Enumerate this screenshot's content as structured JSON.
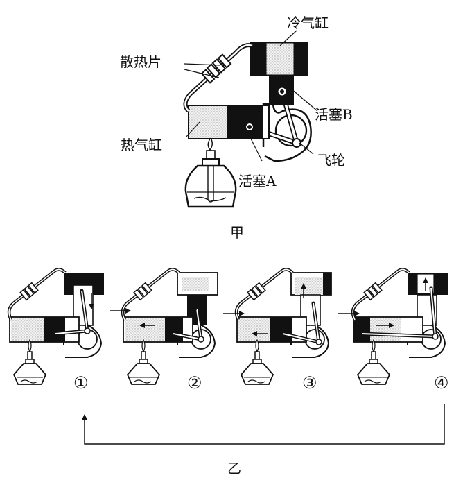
{
  "figure_jia": {
    "labels": {
      "cold_cylinder": "冷气缸",
      "heat_sink": "散热片",
      "piston_b": "活塞B",
      "hot_cylinder": "热气缸",
      "flywheel": "飞轮",
      "piston_a": "活塞A"
    },
    "caption": "甲"
  },
  "figure_yi": {
    "steps": [
      {
        "label": "①"
      },
      {
        "label": "②"
      },
      {
        "label": "③"
      },
      {
        "label": "④"
      }
    ],
    "caption": "乙"
  },
  "colors": {
    "ink": "#111111",
    "paper": "#ffffff",
    "dots": "#b8b8b8"
  }
}
